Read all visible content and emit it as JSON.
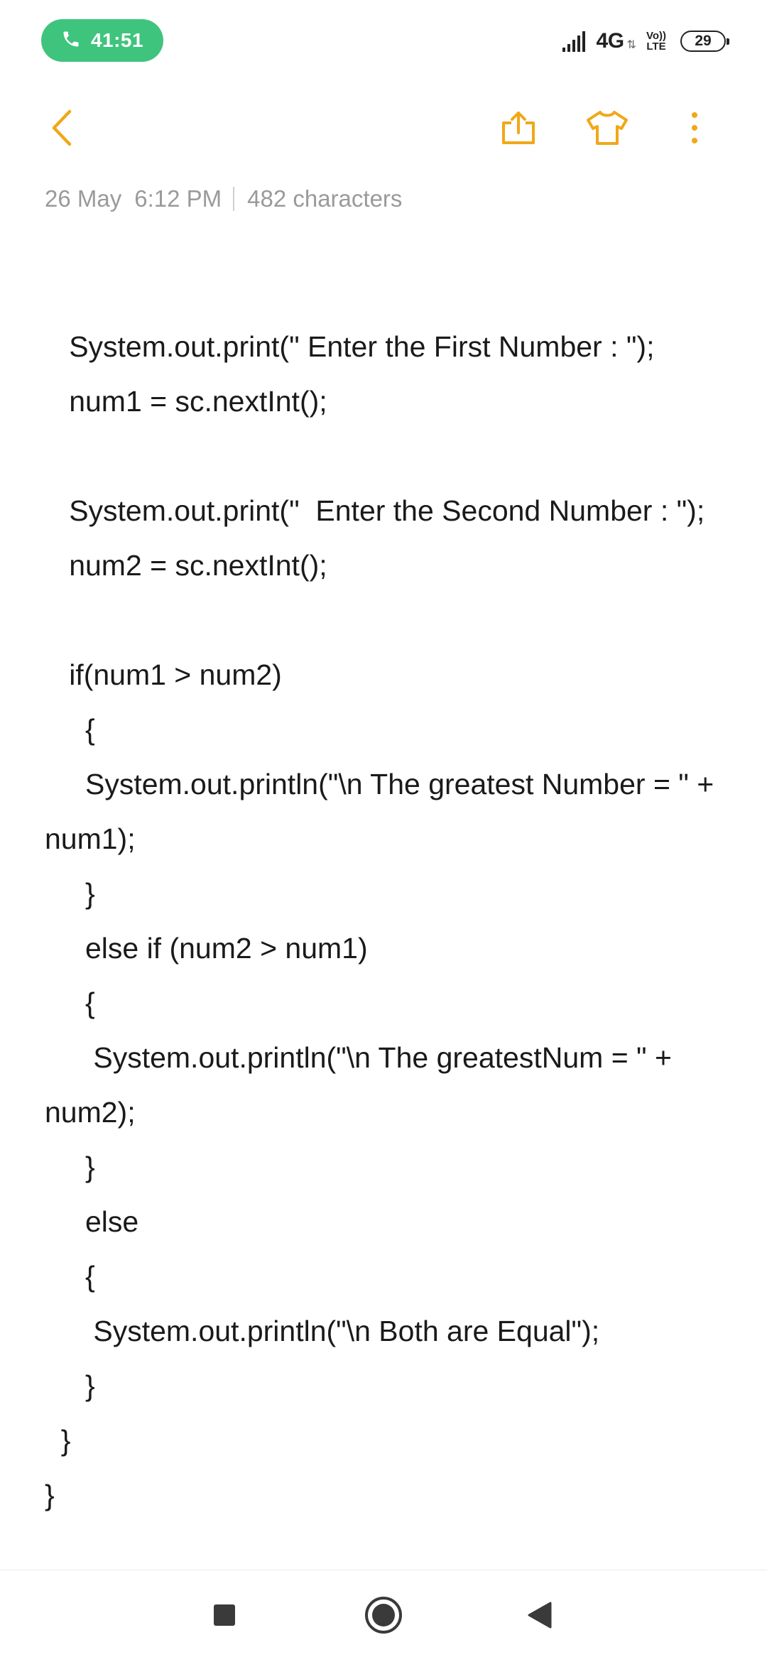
{
  "status_bar": {
    "call_time": "41:51",
    "network_type": "4G",
    "network_arrows": "⇅",
    "volte_top": "Vo))",
    "volte_bottom": "LTE",
    "battery_level": "29",
    "call_color": "#3fc47d"
  },
  "toolbar": {
    "accent_color": "#f0a818",
    "icons": [
      "chevron-left-icon",
      "share-icon",
      "t-shirt-icon",
      "more-vertical-icon"
    ]
  },
  "note": {
    "date": "26 May",
    "time": "6:12 PM",
    "char_count": "482 characters",
    "lines": [
      "   System.out.print(\" Enter the First Number : \");",
      "   num1 = sc.nextInt();",
      "",
      "   System.out.print(\"  Enter the Second Number : \");",
      "   num2 = sc.nextInt();",
      "",
      "   if(num1 > num2)",
      "     {",
      "     System.out.println(\"\\n The greatest Number = \" + num1);",
      "     }",
      "     else if (num2 > num1)",
      "     {",
      "      System.out.println(\"\\n The greatestNum = \" + num2);",
      "     }",
      "     else",
      "     {",
      "      System.out.println(\"\\n Both are Equal\");",
      "     }",
      "  }",
      "}"
    ]
  },
  "nav_bar": {
    "icons": [
      "recent-apps-icon",
      "home-icon",
      "back-icon"
    ]
  }
}
